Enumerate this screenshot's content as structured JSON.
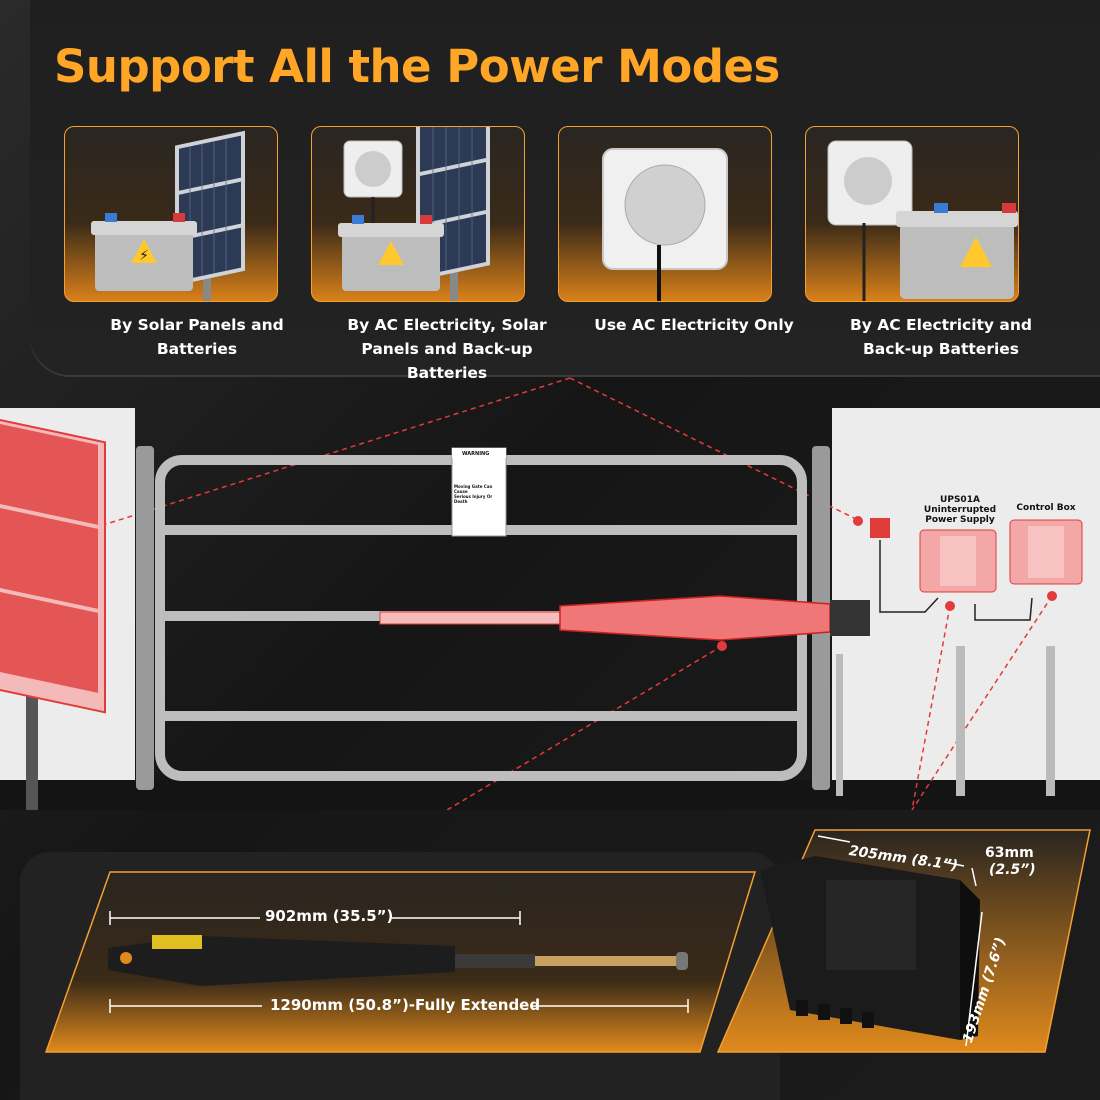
{
  "headline": "Support All the Power Modes",
  "modes": [
    {
      "label_line1": "By Solar Panels and Batteries",
      "label_line2": ""
    },
    {
      "label_line1": "By AC Electricity, Solar",
      "label_line2": "Panels and Back-up Batteries"
    },
    {
      "label_line1": "Use AC Electricity Only",
      "label_line2": ""
    },
    {
      "label_line1": "By AC Electricity and",
      "label_line2": "Back-up Batteries"
    }
  ],
  "scene": {
    "ups_label_line1": "UPS01A",
    "ups_label_line2": "Uninterrupted",
    "ups_label_line3": "Power Supply",
    "control_box_label": "Control Box",
    "sign_header": "WARNING",
    "sign_line1": "Moving Gate Can Cause",
    "sign_line2": "Serious Injury Or Death"
  },
  "dimensions": {
    "retracted": "902mm (35.5”)",
    "extended": "1290mm (50.8”)-Fully Extended",
    "box_width": "205mm (8.1”)",
    "box_depth_mm": "63mm",
    "box_depth_in": "(2.5”)",
    "box_height": "193mm (7.6”)"
  },
  "colors": {
    "accent": "#ffa626",
    "highlight_red": "#e23b3b",
    "panel_border": "#f4a031"
  }
}
